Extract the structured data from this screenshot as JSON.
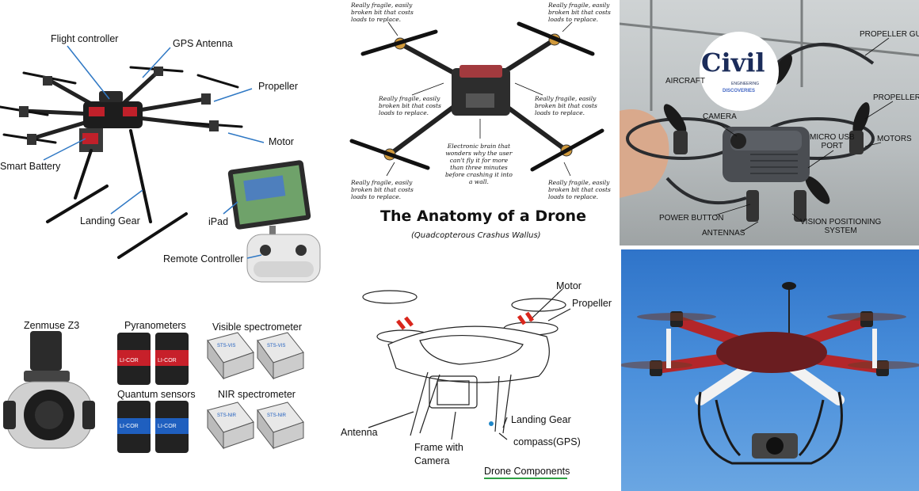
{
  "hexacopter": {
    "labels": {
      "flight_controller": "Flight controller",
      "gps_antenna": "GPS Antenna",
      "propeller": "Propeller",
      "motor": "Motor",
      "smart_battery": "Smart Battery",
      "landing_gear": "Landing Gear",
      "ipad": "iPad",
      "remote_controller": "Remote Controller"
    }
  },
  "sensors": {
    "zenmuse": "Zenmuse Z3",
    "pyranometers": "Pyranometers",
    "visible_spectrometer": "Visible spectrometer",
    "quantum_sensors": "Quantum sensors",
    "nir_spectrometer": "NIR spectrometer",
    "licor_brand": "LI-COR",
    "sts_vis": "STS-VIS",
    "sts_nir": "STS-NIR"
  },
  "anatomy": {
    "title": "The Anatomy of a Drone",
    "subtitle": "(Quadcopterous Crashus Wallus)",
    "fragile_note": "Really fragile, easily\nbroken bit that costs\nloads to replace.",
    "brain_note": "Electronic brain that\nwonders why the user\ncan't fly it for more\nthan three minutes\nbefore crashing it into\na wall."
  },
  "sketch": {
    "motor": "Motor",
    "propeller": "Propeller",
    "antenna": "Antenna",
    "frame_with_camera": "Frame with\nCamera",
    "landing_gear": "Landing Gear",
    "compass": "compass(GPS)",
    "caption": "Drone Components"
  },
  "tello": {
    "propeller_guard": "PROPELLER GUARD",
    "aircraft": "AIRCRAFT",
    "propellers": "PROPELLERS",
    "camera": "CAMERA",
    "micro_usb": "MICRO USB\nPORT",
    "motors": "MOTORS",
    "power_button": "POWER BUTTON",
    "antennas": "ANTENNAS",
    "vision_positioning": "VISION POSITIONING\nSYSTEM",
    "logo_text": "Civil",
    "logo_sub1": "ENGINEERING",
    "logo_sub2": "DISCOVERIES"
  },
  "colors": {
    "sky": "#3c7fd0",
    "frame_red": "#b3262a",
    "arrow_blue": "#2f78c4",
    "sketch_red": "#d9261c",
    "caption_green": "#2ea043",
    "logo_navy": "#1b2c5a"
  }
}
